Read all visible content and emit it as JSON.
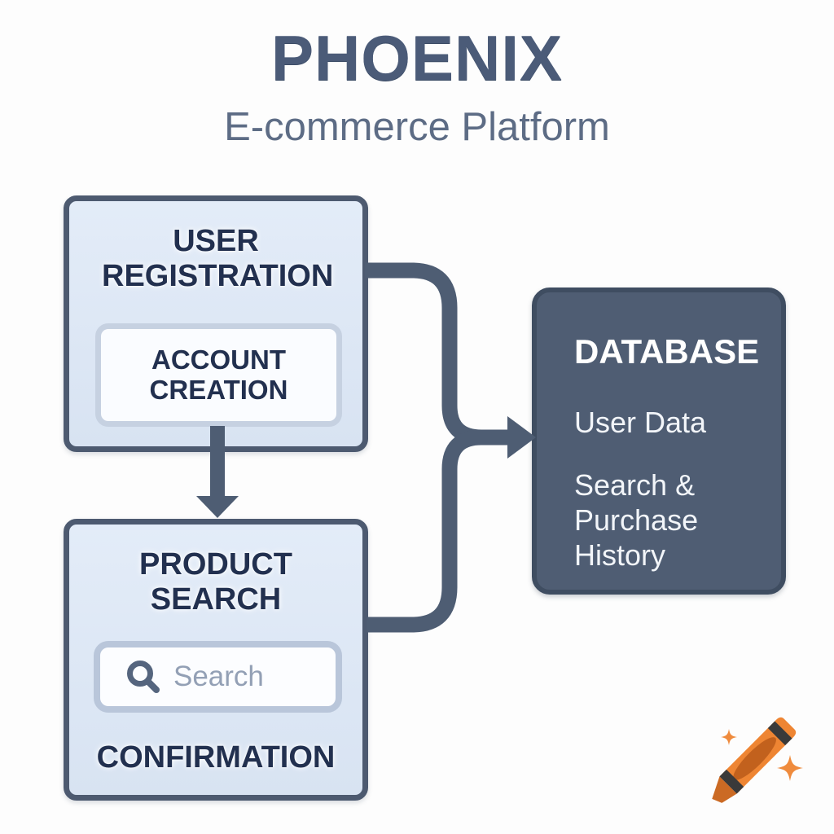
{
  "header": {
    "title": "PHOENIX",
    "subtitle": "E-commerce Platform"
  },
  "nodes": {
    "user_registration": {
      "label": "USER REGISTRATION",
      "child": {
        "label": "ACCOUNT CREATION"
      }
    },
    "product_search": {
      "label": "PRODUCT SEARCH",
      "search_placeholder": "Search",
      "footer_label": "CONFIRMATION"
    },
    "database": {
      "label": "DATABASE",
      "items": [
        "User Data",
        "Search & Purchase History"
      ]
    }
  },
  "connections": [
    {
      "from": "user_registration",
      "to": "product_search",
      "style": "arrow-down"
    },
    {
      "from": "user_registration",
      "to": "database",
      "style": "elbow-merge-arrow"
    },
    {
      "from": "product_search",
      "to": "database",
      "style": "elbow-merge-arrow"
    }
  ],
  "icons": {
    "search": "magnifying-glass",
    "logo": "orange-crayon-with-sparkles"
  },
  "colors": {
    "background": "#fdfdfd",
    "title_text": "#4b5b78",
    "subtitle_text": "#5d6c85",
    "node_fill": "#dde8f6",
    "node_border": "#4d5a70",
    "node_text": "#22304f",
    "subnode_fill": "#fafcff",
    "subnode_border": "#c6d1e1",
    "search_field_border": "#b9c6da",
    "search_placeholder_text": "#93a0b5",
    "database_fill": "#4f5d73",
    "database_border": "#3f4d61",
    "database_text": "#ffffff",
    "connector": "#4e5d73",
    "crayon_orange": "#ee8533"
  }
}
